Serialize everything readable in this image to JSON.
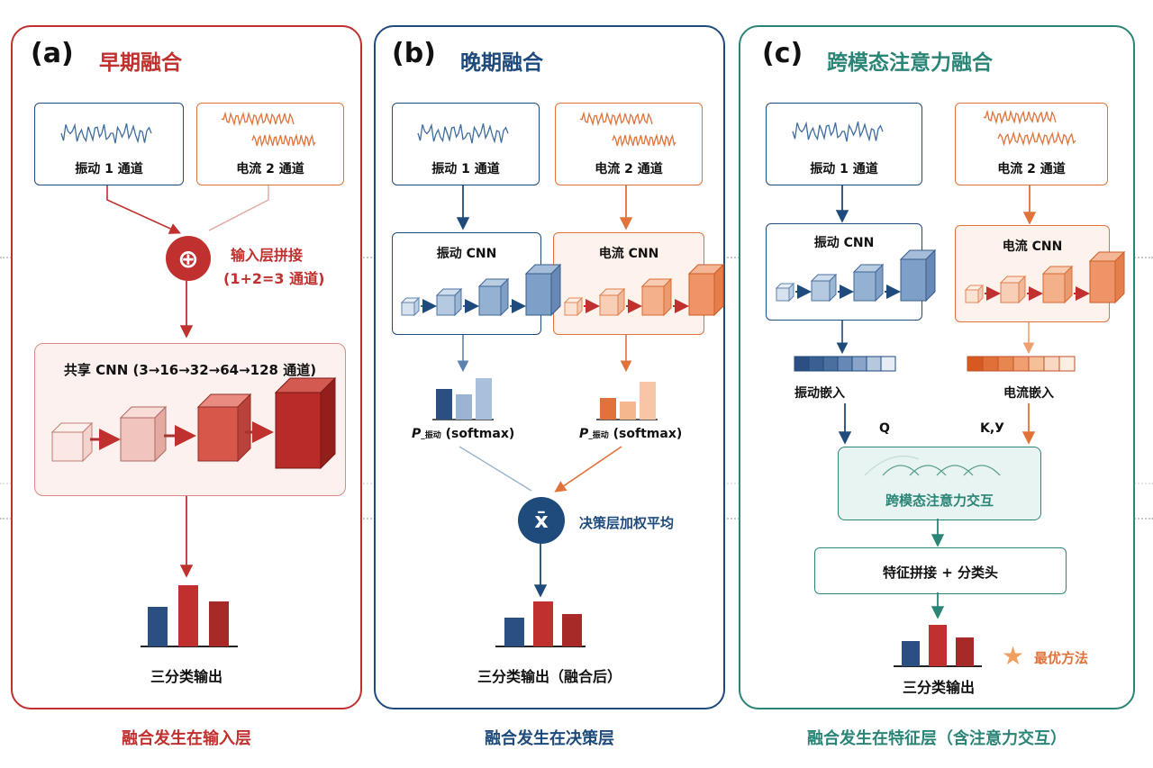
{
  "colors": {
    "red": "#c0302e",
    "blue": "#1e4a7c",
    "orange": "#e0723a",
    "teal": "#2a8577",
    "star": "#f0a060"
  },
  "panel_a": {
    "letter": "(a)",
    "title": "早期融合",
    "input1": "振动 1 通道",
    "input2": "电流 2 通道",
    "concat_label_1": "输入层拼接",
    "concat_label_2": "(1+2=3 通道)",
    "cnn_label": "共享 CNN (3→16→32→64→128 通道)",
    "output_label": "三分类输出",
    "caption": "融合发生在输入层",
    "icons": [
      "circle-plus-icon",
      "waveform-icon",
      "cube-icon",
      "bar-chart-icon"
    ]
  },
  "panel_b": {
    "letter": "(b)",
    "title": "晚期融合",
    "input1": "振动 1 通道",
    "input2": "电流 2 通道",
    "cnn1_label": "振动 CNN",
    "cnn2_label": "电流 CNN",
    "p1_symbol": "P",
    "p1_sub": "_振动",
    "p1_rest": " (softmax)",
    "p2_symbol": "P",
    "p2_sub": "_振动",
    "p2_rest": " (softmax)",
    "avg_symbol": "x̄",
    "avg_label": "决策层加权平均",
    "output_label": "三分类输出（融合后）",
    "caption": "融合发生在决策层"
  },
  "panel_c": {
    "letter": "(c)",
    "title": "跨模态注意力融合",
    "input1": "振动 1 通道",
    "input2": "电流 2 通道",
    "cnn1_label": "振动 CNN",
    "cnn2_label": "电流 CNN",
    "emb1_label": "振动嵌入",
    "emb2_label": "电流嵌入",
    "q_label": "Q",
    "kv_label": "K,У",
    "attention_label": "跨模态注意力交互",
    "concat_label": "特征拼接 + 分类头",
    "output_label": "三分类输出",
    "best_label": "最优方法",
    "caption": "融合发生在特征层（含注意力交互）"
  }
}
